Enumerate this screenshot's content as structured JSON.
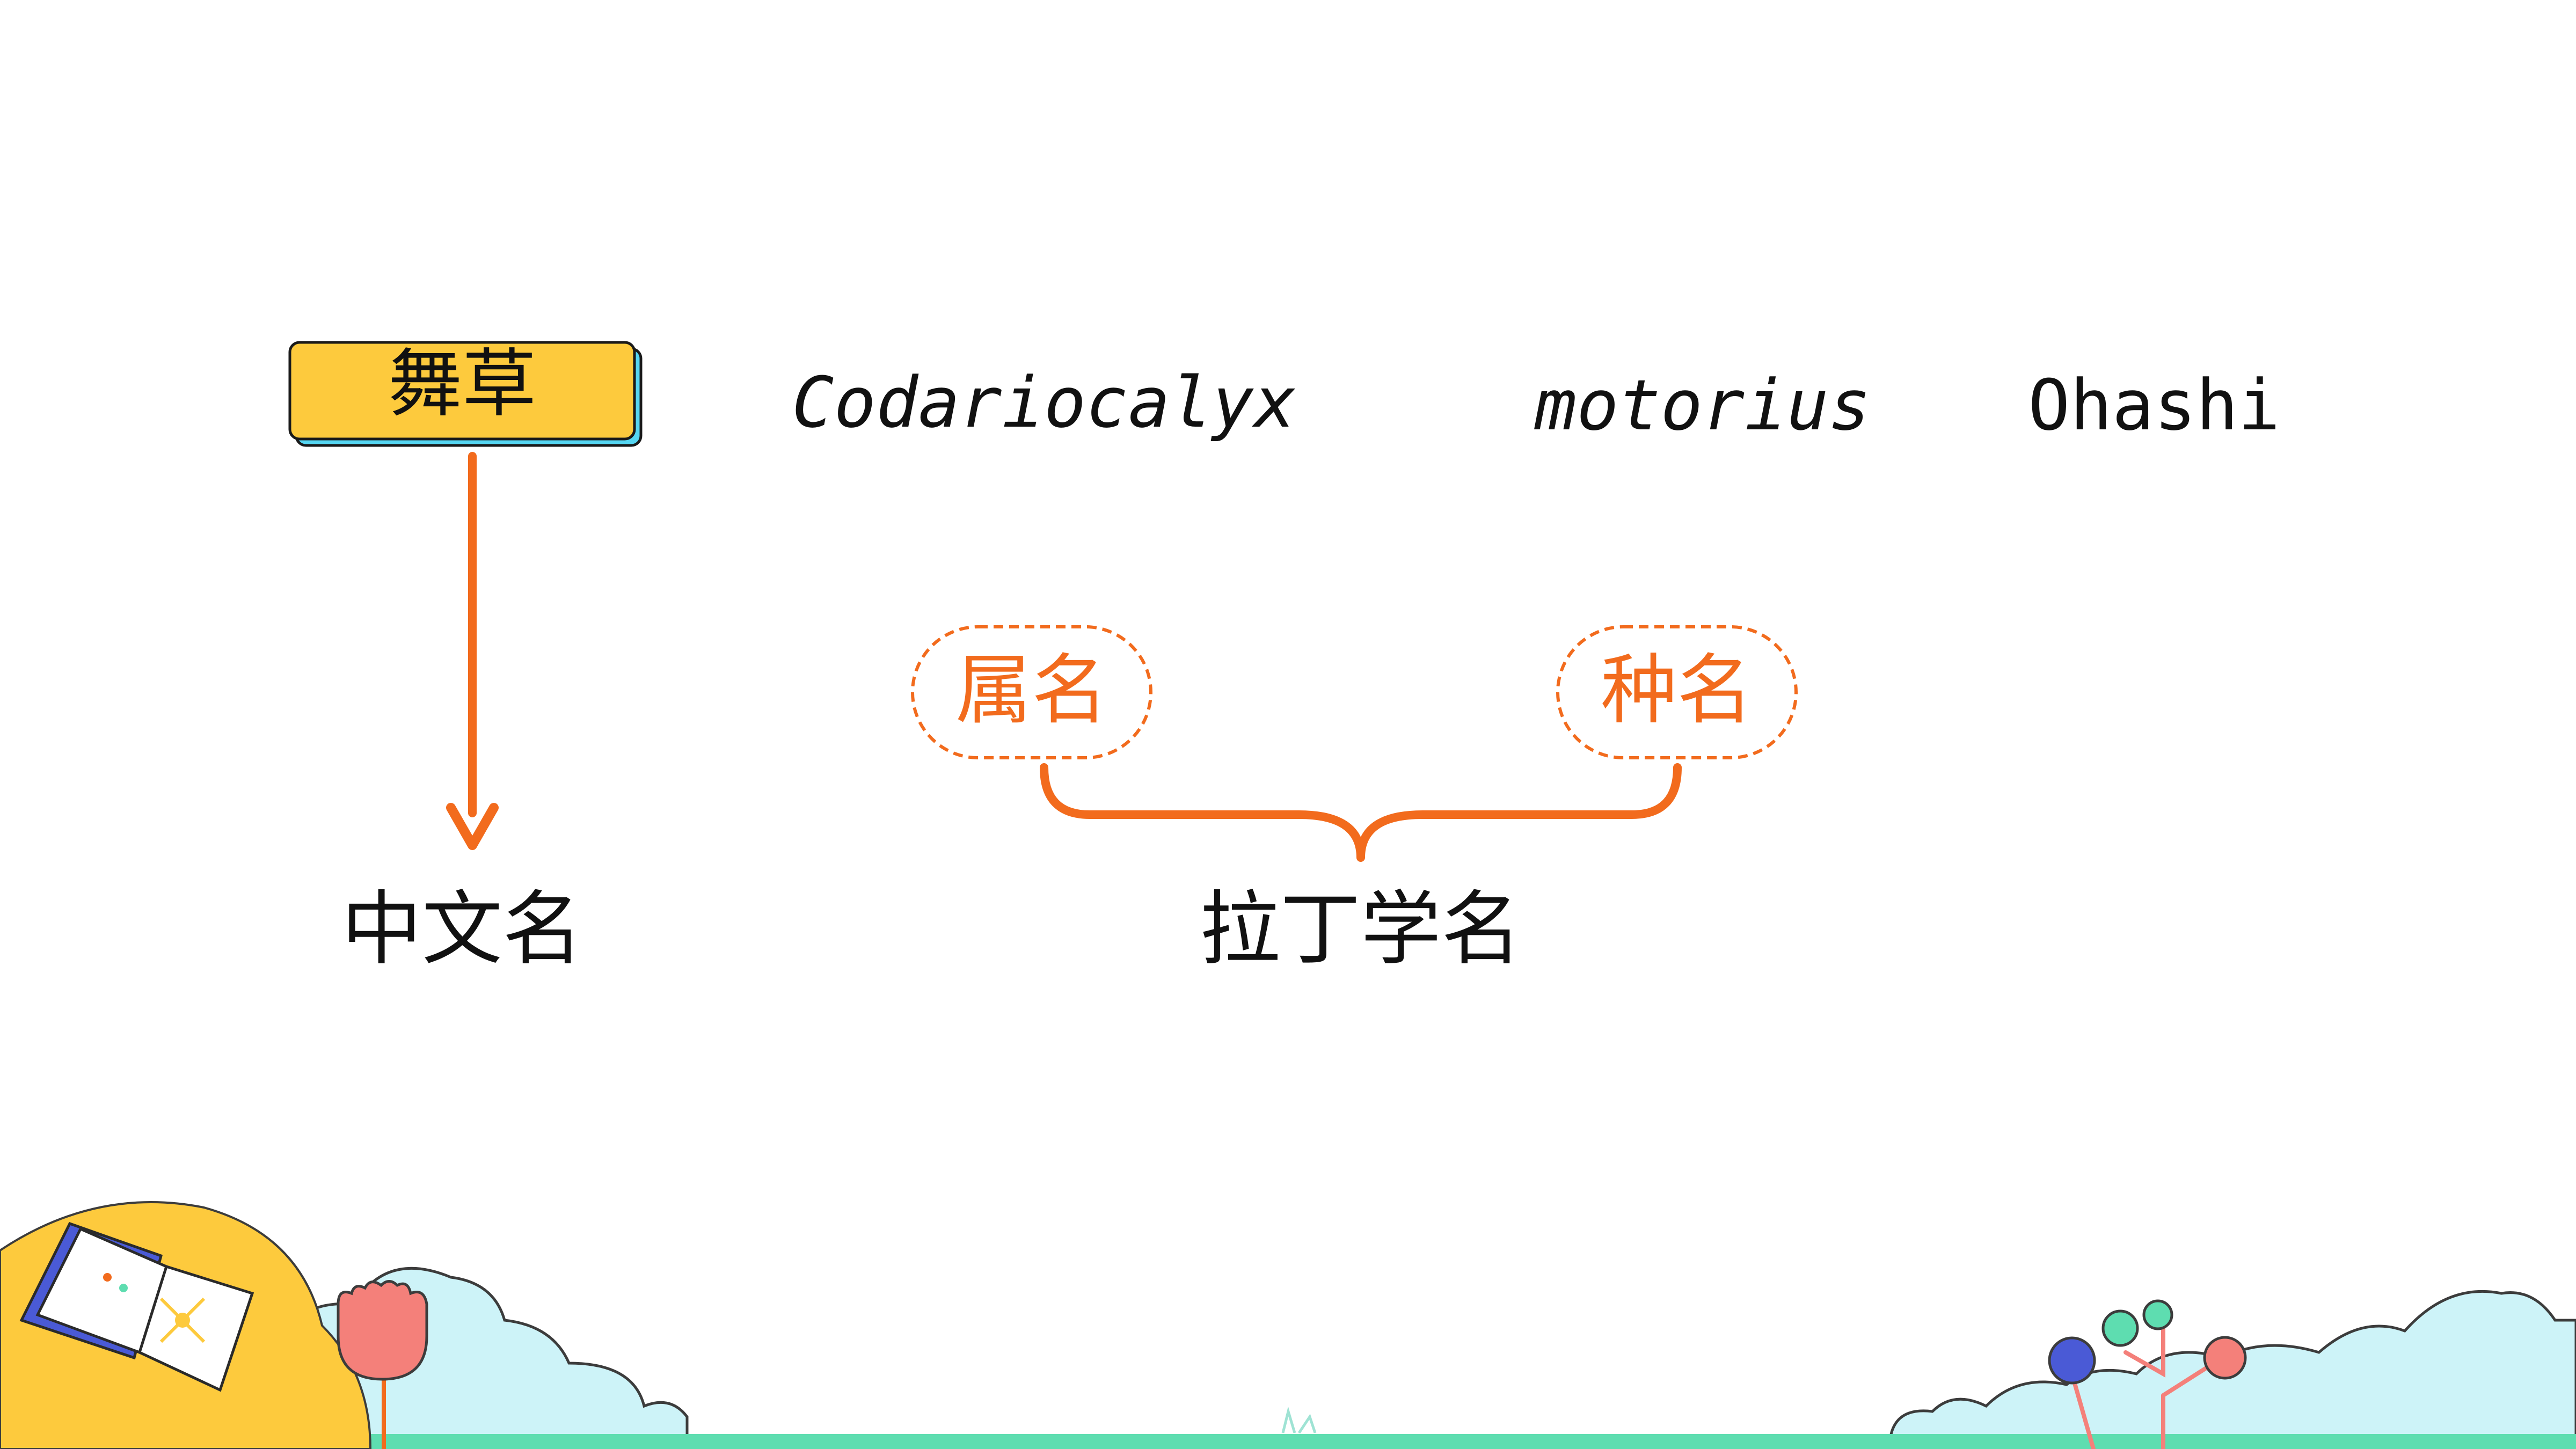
{
  "diagram": {
    "chinese_name": "舞草",
    "latin_genus": "Codariocalyx",
    "latin_species": "motorius",
    "author": "Ohashi",
    "genus_label": "属名",
    "species_label": "种名",
    "chinese_name_label": "中文名",
    "latin_name_label": "拉丁学名"
  },
  "colors": {
    "accent_orange": "#F26B1D",
    "highlight_yellow": "#FDCA3D",
    "highlight_shadow": "#55D6F2",
    "text_dark": "#111111",
    "cloud_blue": "#CDF3F8",
    "cloud_outline": "#3C3C3C",
    "ground_green": "#5EDDB0"
  },
  "decorations": [
    "open-book-icon",
    "tulip-icon",
    "lollipop-tree-icon",
    "cloud-icon"
  ]
}
